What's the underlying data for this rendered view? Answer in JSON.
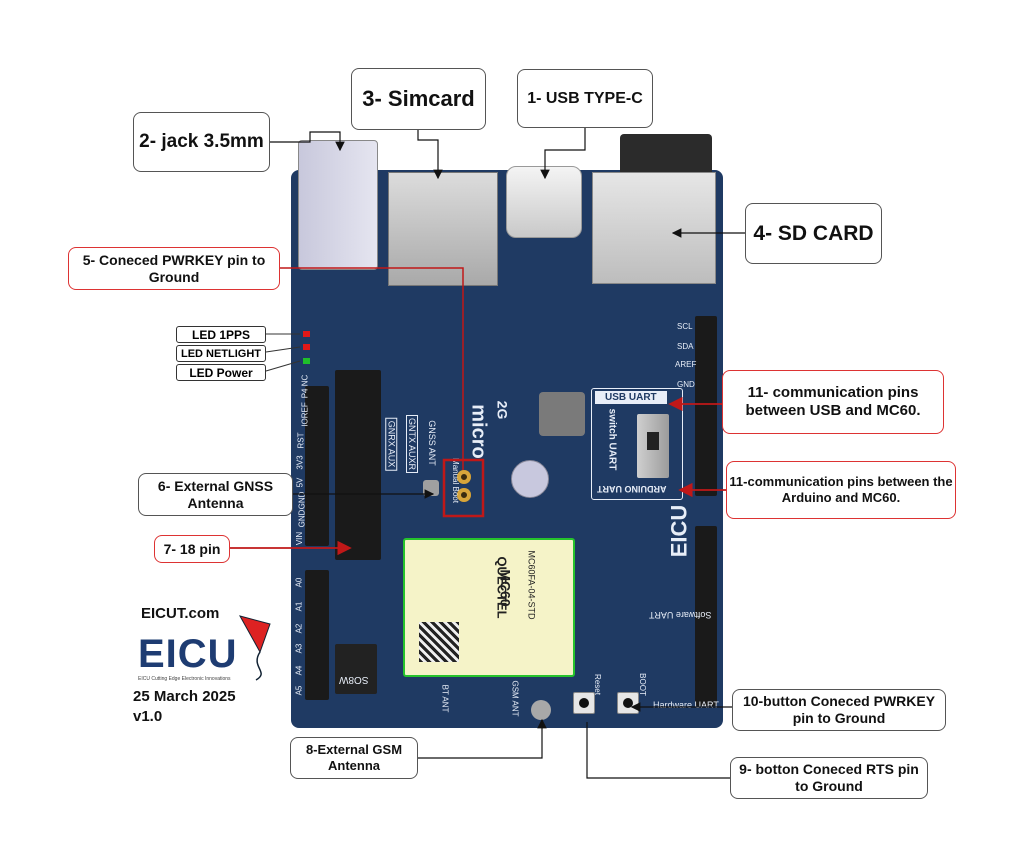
{
  "callouts": {
    "c1": "1- USB TYPE-C",
    "c2": "2- jack 3.5mm",
    "c3": "3- Simcard",
    "c4": "4- SD CARD",
    "c5": "5- Coneced PWRKEY pin to Ground",
    "c6": "6- External GNSS Antenna",
    "c7": "7- 18 pin",
    "c8": "8-External GSM Antenna",
    "c9": "9- botton Coneced  RTS pin to Ground",
    "c10": "10-button Coneced PWRKEY pin to Ground",
    "c11a": "11- communication pins between USB and MC60.",
    "c11b": "11-communication pins between the Arduino and MC60."
  },
  "leds": {
    "pps": "LED 1PPS",
    "netlight": "LED NETLIGHT",
    "power": "LED Power"
  },
  "brand": {
    "site": "EICUT.com",
    "logo": "EICU",
    "tagline": "EICU Cutting Edge Electronic Innovations",
    "date": "25 March 2025",
    "version": "v1.0"
  },
  "board": {
    "module_brand": "QUECTEL",
    "module_name": "MC60",
    "module_part": "MC60FA-04-STD",
    "switch_top": "USB UART",
    "switch_bottom": "ARDUINO UART",
    "switch_label": "switch UART",
    "left_pins": [
      "P4 NC",
      "IOREF",
      "RST",
      "3V3",
      "5V",
      "GND",
      "GND",
      "VIN"
    ],
    "analog_pins": [
      "A0",
      "A1",
      "A2",
      "A3",
      "A4",
      "A5"
    ],
    "right_pins": [
      "SCL",
      "SDA",
      "AREF",
      "GND"
    ],
    "gnss_label": "GNSS ANT",
    "gnrx": "GNRX AUX",
    "gntx": "GNTX AUXR",
    "manual_boot": "Manual Boot",
    "bt_ant": "BT ANT",
    "gsm_ant": "GSM ANT",
    "reset": "Reset",
    "boot": "BOOT",
    "hw_uart": "Hardware UART",
    "sw_uart": "Software UART",
    "board_logo": "EICU",
    "micro": "micro",
    "band": "2G",
    "ic": "SO8W"
  },
  "colors": {
    "board": "#1f3a63",
    "callout_red": "#d33",
    "arrow_red": "#c01818"
  }
}
